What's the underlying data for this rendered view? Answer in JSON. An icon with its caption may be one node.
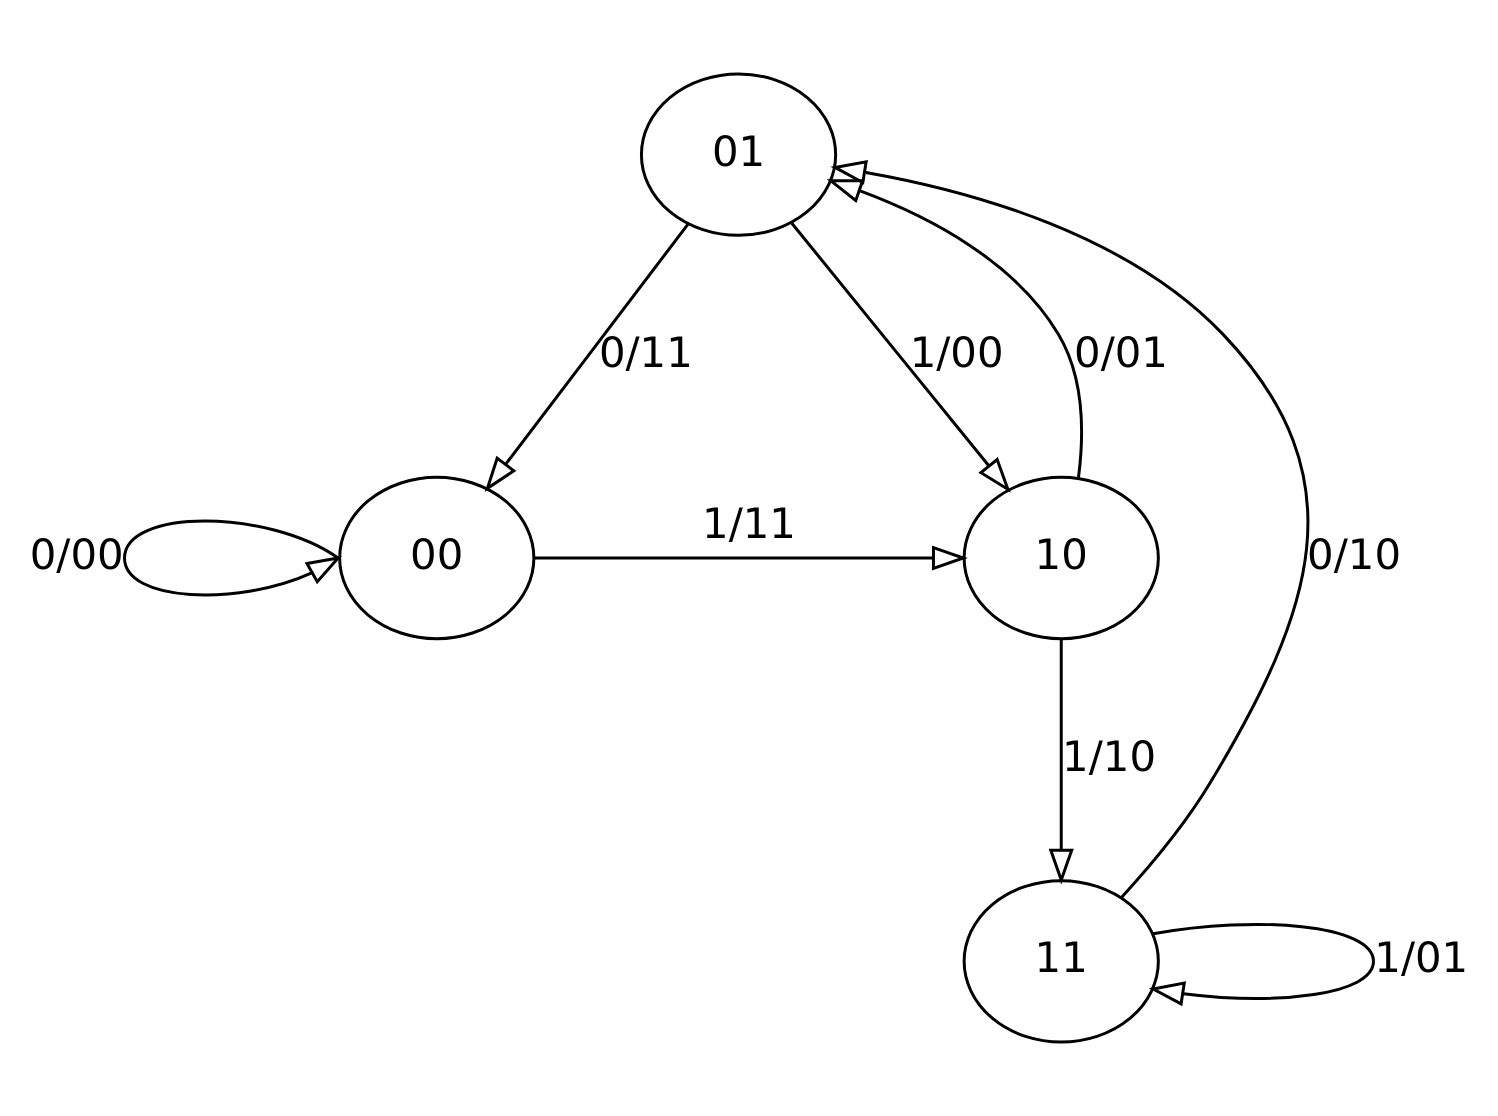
{
  "diagram": {
    "nodes": [
      {
        "text": [
          "01"
        ]
      },
      {
        "text": [
          "00"
        ]
      },
      {
        "text": [
          "10"
        ]
      },
      {
        "text": [
          "11"
        ]
      }
    ],
    "edges": [
      {
        "from": 0,
        "to": 1,
        "arrow": "to",
        "label": "0/11"
      },
      {
        "from": 1,
        "to": 1,
        "arrow": "to",
        "label": "0/00"
      },
      {
        "from": 1,
        "to": 2,
        "arrow": "to",
        "label": "1/11"
      },
      {
        "from": 0,
        "to": 2,
        "arrow": "to",
        "label": "1/00"
      },
      {
        "from": 2,
        "to": 0,
        "arrow": "to",
        "label": "0/01"
      },
      {
        "from": 2,
        "to": 3,
        "arrow": "to",
        "label": "1/10"
      },
      {
        "from": 3,
        "to": 0,
        "arrow": "to",
        "label": "0/10"
      },
      {
        "from": 3,
        "to": 3,
        "arrow": "to",
        "label": "1/01"
      }
    ]
  }
}
